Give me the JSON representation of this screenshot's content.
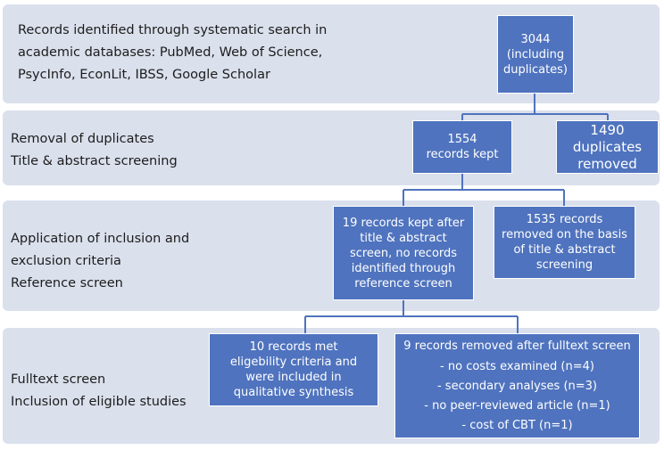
{
  "stages": [
    {
      "lines": [
        "Records identified through systematic search in",
        "academic databases: PubMed, Web of Science,",
        "PsycInfo, EconLit, IBSS, Google Scholar"
      ]
    },
    {
      "lines": [
        "Removal of duplicates",
        "Title & abstract screening"
      ]
    },
    {
      "lines": [
        "Application of inclusion and",
        "exclusion criteria",
        "Reference screen"
      ]
    },
    {
      "lines": [
        "Fulltext screen",
        "Inclusion of eligible studies"
      ]
    }
  ],
  "boxes": {
    "identified": "3044 (including duplicates)",
    "kept_after_dedup": "1554 records kept",
    "duplicates_removed": "1490 duplicates removed",
    "kept_after_screen": "19 records kept after title & abstract screen, no records identified through reference screen",
    "removed_by_screen": "1535 records removed on the basis of title & abstract screening",
    "included": "10 records met eligebility criteria and were included in qualitative synthesis",
    "removed_fulltext": {
      "heading": "9 records removed after fulltext screen",
      "reasons": [
        "- no costs examined (n=4)",
        "- secondary analyses (n=3)",
        "- no peer-reviewed article (n=1)",
        "- cost of CBT (n=1)"
      ]
    }
  },
  "colors": {
    "band": "#dae0ec",
    "box": "#4f73be",
    "connector": "#4f73be",
    "text": "#1c1c1c"
  }
}
